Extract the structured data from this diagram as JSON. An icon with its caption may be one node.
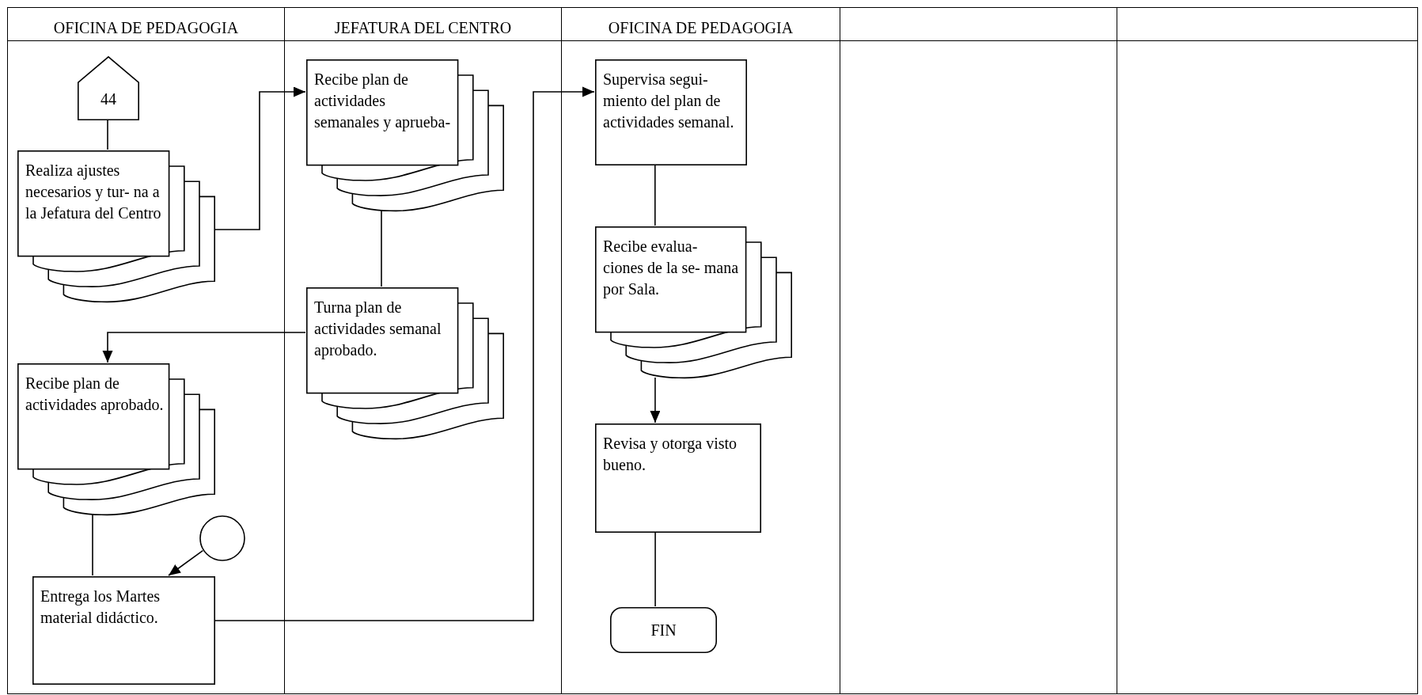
{
  "diagram": {
    "nodes": [
      {
        "text": [
          "OFICINA DE PEDAGOGIA"
        ]
      },
      {
        "text": [
          "44"
        ],
        "in": 0
      },
      {
        "text": [
          "Realiza ajustes necesarios y tur- na a la Jefatura del Centro"
        ],
        "in": 0
      },
      {
        "text": [
          "Recibe plan de actividades aprobado."
        ],
        "in": 0
      },
      {
        "text": [],
        "shape": "circle",
        "in": 0
      },
      {
        "text": [
          "Entrega los Martes material didáctico."
        ],
        "in": 0
      },
      {
        "text": [
          "JEFATURA DEL CENTRO"
        ]
      },
      {
        "text": [
          "Recibe plan de actividades semanales y aprueba-"
        ],
        "in": 6
      },
      {
        "text": [
          "Turna plan de actividades semanal aprobado."
        ],
        "in": 6
      },
      {
        "text": [
          "OFICINA DE PEDAGOGIA"
        ]
      },
      {
        "text": [
          "Supervisa segui- miento del plan de actividades semanal."
        ],
        "in": 9
      },
      {
        "text": [
          "Recibe evalua- ciones de la se- mana por Sala."
        ],
        "in": 9
      },
      {
        "text": [
          "Revisa y otorga visto bueno."
        ],
        "in": 9
      },
      {
        "text": [
          "FIN"
        ],
        "in": 9
      },
      {
        "text": [],
        "shape": "box"
      },
      {
        "text": [],
        "shape": "box"
      }
    ],
    "edges": [
      {
        "from": 1,
        "to": 2,
        "arrow": "none"
      },
      {
        "from": 2,
        "to": 7,
        "arrow": "to"
      },
      {
        "from": 7,
        "to": 8,
        "arrow": "none"
      },
      {
        "from": 8,
        "to": 3,
        "arrow": "to"
      },
      {
        "from": 3,
        "to": 5,
        "arrow": "none"
      },
      {
        "from": 4,
        "to": 5,
        "arrow": "to"
      },
      {
        "from": 5,
        "to": 10,
        "arrow": "to"
      },
      {
        "from": 10,
        "to": 11,
        "arrow": "none"
      },
      {
        "from": 11,
        "to": 12,
        "arrow": "to"
      },
      {
        "from": 12,
        "to": 13,
        "arrow": "none"
      }
    ]
  }
}
